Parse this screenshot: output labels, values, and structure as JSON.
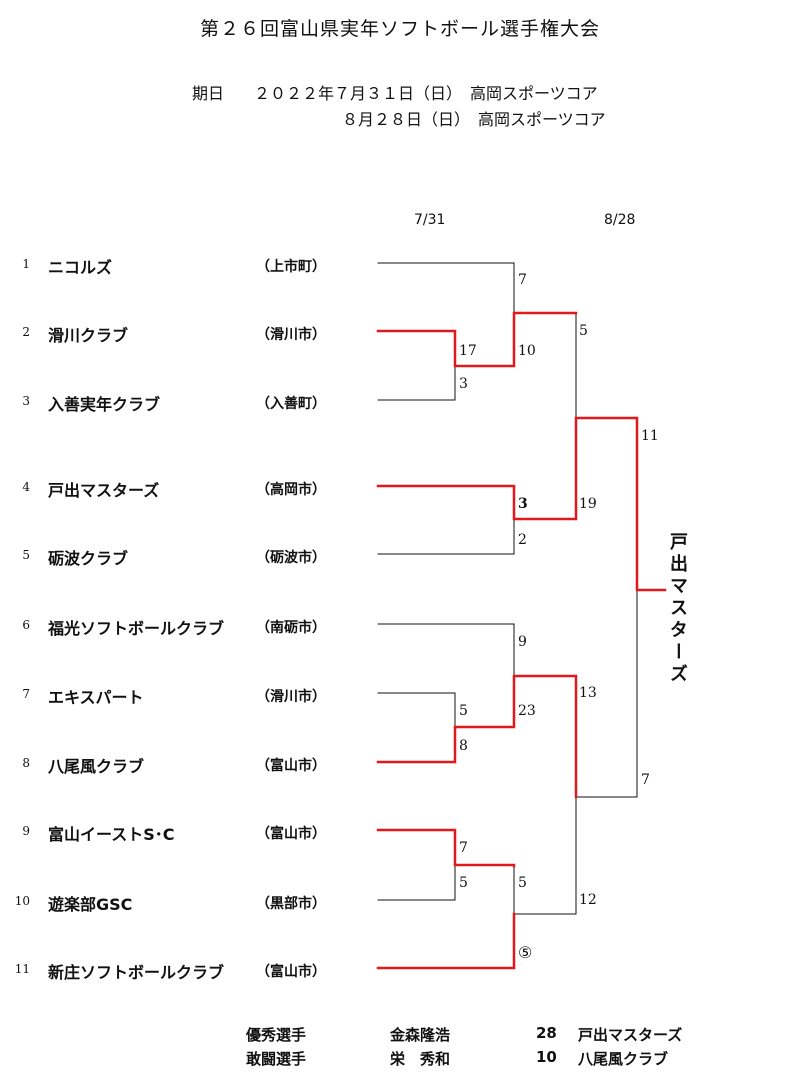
{
  "title": "第２６回富山県実年ソフトボール選手権大会",
  "schedule": {
    "label": "期日",
    "line1": "２０２２年７月３１日（日）　高岡スポーツコア",
    "line2": "８月２８日（日）　高岡スポーツコア"
  },
  "rounds": [
    "7/31",
    "8/28"
  ],
  "teams": [
    {
      "no": "1",
      "name": "ニコルズ",
      "city": "（上市町）"
    },
    {
      "no": "2",
      "name": "滑川クラブ",
      "city": "（滑川市）"
    },
    {
      "no": "3",
      "name": "入善実年クラブ",
      "city": "（入善町）"
    },
    {
      "no": "4",
      "name": "戸出マスターズ",
      "city": "（高岡市）"
    },
    {
      "no": "5",
      "name": "砺波クラブ",
      "city": "（砺波市）"
    },
    {
      "no": "6",
      "name": "福光ソフトボールクラブ",
      "city": "（南砺市）"
    },
    {
      "no": "7",
      "name": "エキスパート",
      "city": "（滑川市）"
    },
    {
      "no": "8",
      "name": "八尾風クラブ",
      "city": "（富山市）"
    },
    {
      "no": "9",
      "name": "富山イーストS･C",
      "city": "（富山市）"
    },
    {
      "no": "10",
      "name": "遊楽部GSC",
      "city": "（黒部市）"
    },
    {
      "no": "11",
      "name": "新庄ソフトボールクラブ",
      "city": "（富山市）"
    }
  ],
  "scores": {
    "m1_a": "17",
    "m1_b": "3",
    "m2_a": "7",
    "m2_b": "10",
    "m3_a": "3",
    "m3_b": "2",
    "m4_a": "5",
    "m4_b": "8",
    "m5_a": "9",
    "m5_b": "23",
    "m6_a": "7",
    "m6_b": "5",
    "m7_a": "5",
    "m7_b": "⑤",
    "sf1_a": "5",
    "sf1_b": "19",
    "sf2_a": "13",
    "sf2_b": "12",
    "f_a": "11",
    "f_b": "7"
  },
  "champion": "戸出マスターズ",
  "awards": [
    {
      "label": "優秀選手",
      "name": "金森隆浩",
      "number": "28",
      "team": "戸出マスターズ"
    },
    {
      "label": "敢闘選手",
      "name": "栄　秀和",
      "number": "10",
      "team": "八尾風クラブ"
    }
  ],
  "colors": {
    "winner_line": "#e0191c",
    "line": "#111111"
  }
}
